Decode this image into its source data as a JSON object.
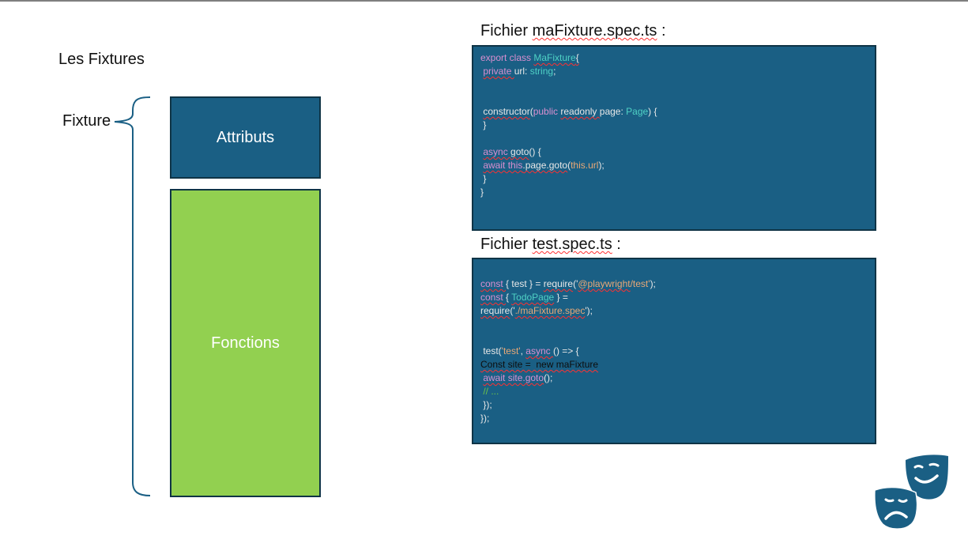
{
  "slide": {
    "title": "Les Fixtures",
    "fixture_label": "Fixture"
  },
  "boxes": {
    "attributes": "Attributs",
    "functions": "Fonctions"
  },
  "file1": {
    "title_prefix": "Fichier ",
    "title_name": "maFixture.spec.ts",
    "title_suffix": " :"
  },
  "file2": {
    "title_prefix": "Fichier ",
    "title_name": "test.spec.ts",
    "title_suffix": " :"
  },
  "code1": [
    [
      {
        "t": "export class ",
        "c": "kw"
      },
      {
        "t": "MaFixture",
        "c": "ty sq"
      },
      {
        "t": "{",
        "c": "sq"
      }
    ],
    [
      {
        "t": " "
      },
      {
        "t": "private ",
        "c": "kw sq"
      },
      {
        "t": "url: "
      },
      {
        "t": "string",
        "c": "ty"
      },
      {
        "t": ";"
      }
    ],
    [],
    [],
    [
      {
        "t": " "
      },
      {
        "t": "constructor",
        "c": "sq"
      },
      {
        "t": "("
      },
      {
        "t": "public ",
        "c": "kw"
      },
      {
        "t": "readonly ",
        "c": "sq"
      },
      {
        "t": "page: "
      },
      {
        "t": "Page",
        "c": "ty"
      },
      {
        "t": ") {"
      }
    ],
    [
      {
        "t": " }"
      }
    ],
    [],
    [
      {
        "t": " "
      },
      {
        "t": "async ",
        "c": "kw sq"
      },
      {
        "t": "goto",
        "c": "sq"
      },
      {
        "t": "() {"
      }
    ],
    [
      {
        "t": " "
      },
      {
        "t": "await this",
        "c": "kw sq"
      },
      {
        "t": ".page.goto",
        "c": "sq"
      },
      {
        "t": "("
      },
      {
        "t": "this.url",
        "c": "st"
      },
      {
        "t": ");"
      }
    ],
    [
      {
        "t": " }"
      }
    ],
    [
      {
        "t": "}"
      }
    ]
  ],
  "code2": [
    [
      {
        "t": "const ",
        "c": "kw sq"
      },
      {
        "t": "{ test } = "
      },
      {
        "t": "require",
        "c": "sq"
      },
      {
        "t": "('"
      },
      {
        "t": "@playwright",
        "c": "st sq"
      },
      {
        "t": "/test'",
        "c": "st"
      },
      {
        "t": ");"
      }
    ],
    [
      {
        "t": "const ",
        "c": "kw sq"
      },
      {
        "t": "{ "
      },
      {
        "t": "TodoPage",
        "c": "ty sq"
      },
      {
        "t": " } ="
      }
    ],
    [
      {
        "t": "require",
        "c": "sq"
      },
      {
        "t": "('"
      },
      {
        "t": "./maFixture.spec",
        "c": "st sq"
      },
      {
        "t": "');"
      }
    ],
    [],
    [],
    [
      {
        "t": " test("
      },
      {
        "t": "'test'",
        "c": "st"
      },
      {
        "t": ", "
      },
      {
        "t": "async ",
        "c": "kw sq"
      },
      {
        "t": "() => {"
      }
    ],
    [
      {
        "t": "Const site =  new maFixture",
        "c": "dk sq"
      }
    ],
    [
      {
        "t": " "
      },
      {
        "t": "await site.goto",
        "c": "kw sq"
      },
      {
        "t": "();"
      }
    ],
    [
      {
        "t": " // ...",
        "c": "cm"
      }
    ],
    [
      {
        "t": " });"
      }
    ],
    [
      {
        "t": "});"
      }
    ]
  ],
  "colors": {
    "box_blue": "#1a5f84",
    "box_green": "#92d050",
    "border_dark": "#0f3446",
    "keyword": "#d98fd0",
    "type": "#4fd1c5",
    "string": "#e8a876",
    "comment": "#6cc24a"
  },
  "icons": {
    "masks": "theater-masks-icon"
  }
}
